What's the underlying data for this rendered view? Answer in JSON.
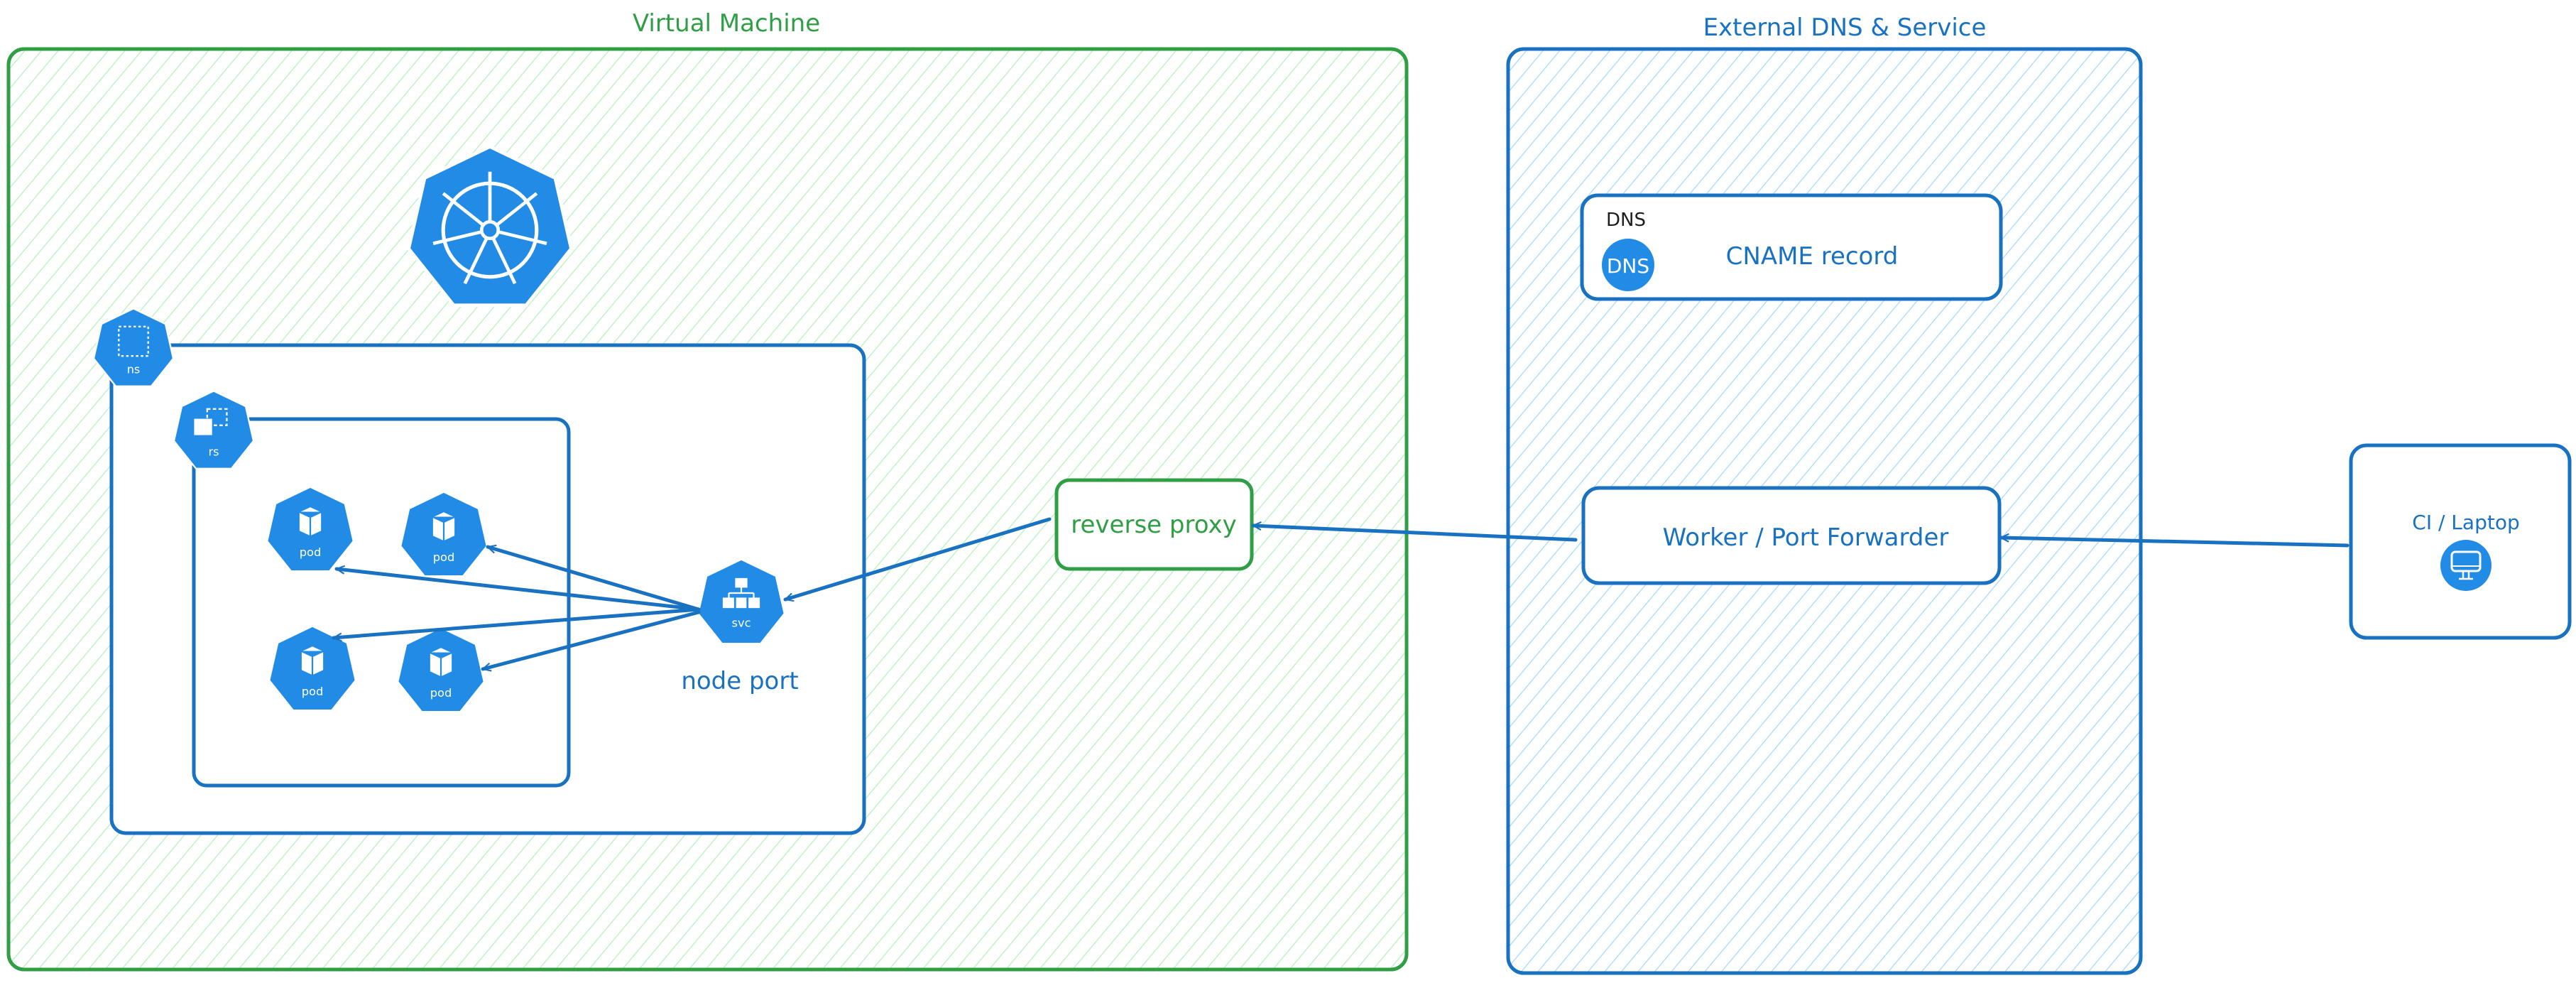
{
  "colors": {
    "vm_stroke": "#2f9e44",
    "vm_hatch": "#b2f2bb",
    "external_stroke": "#1971c2",
    "external_hatch": "#a5d8ff",
    "k8s_blue": "#228be6",
    "arrow": "#1971c2"
  },
  "virtual_machine": {
    "title": "Virtual Machine",
    "logo_icon": "kubernetes-helm-wheel-icon",
    "namespace": {
      "icon_label": "ns"
    },
    "replicaset": {
      "icon_label": "rs"
    },
    "pods": [
      {
        "label": "pod"
      },
      {
        "label": "pod"
      },
      {
        "label": "pod"
      },
      {
        "label": "pod"
      }
    ],
    "service": {
      "icon_label": "svc",
      "caption": "node port"
    },
    "reverse_proxy": {
      "label": "reverse proxy"
    }
  },
  "external": {
    "title": "External DNS & Service",
    "dns_box": {
      "header": "DNS",
      "icon_text": "DNS",
      "label": "CNAME record"
    },
    "worker_box": {
      "label": "Worker / Port Forwarder"
    }
  },
  "client": {
    "label": "CI / Laptop",
    "icon": "monitor-icon"
  }
}
